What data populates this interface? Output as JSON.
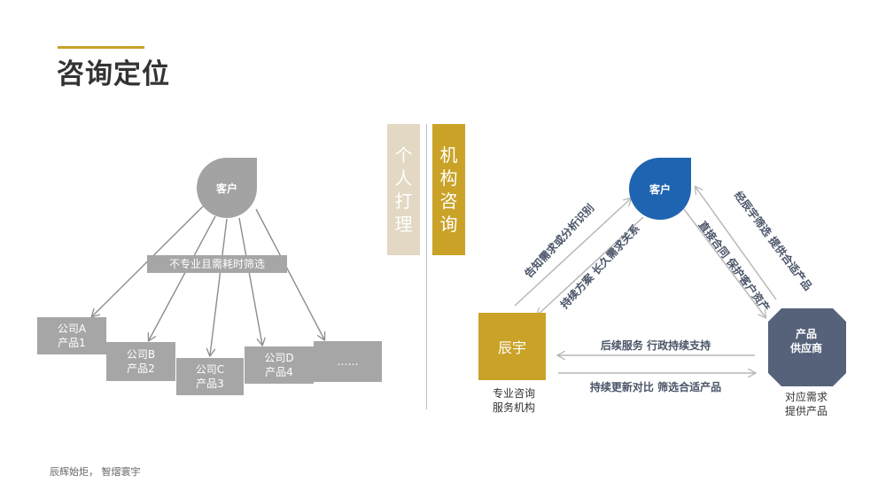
{
  "title": "咨询定位",
  "footer": "辰辉始炬，  智熠寰宇",
  "left_panel": {
    "client": "客户",
    "note": "不专业且需耗时筛选",
    "companies": [
      {
        "line1": "公司A",
        "line2": "产品1"
      },
      {
        "line1": "公司B",
        "line2": "产品2"
      },
      {
        "line1": "公司C",
        "line2": "产品3"
      },
      {
        "line1": "公司D",
        "line2": "产品4"
      },
      {
        "line1": "……",
        "line2": ""
      }
    ]
  },
  "tabs": {
    "personal": [
      "个",
      "人",
      "打",
      "理"
    ],
    "institutional": [
      "机",
      "构",
      "咨",
      "询"
    ]
  },
  "right_panel": {
    "client": "客户",
    "chenyu": "辰宇",
    "chenyu_caption": [
      "专业咨询",
      "服务机构"
    ],
    "supplier": [
      "产品",
      "供应商"
    ],
    "supplier_caption": [
      "对应需求",
      "提供产品"
    ],
    "labels": {
      "outer_left": "告知需求或分析识别",
      "inner_left": "持续方案 长久需求关系",
      "outer_right": "经辰宇筛选 提供合适产品",
      "inner_right": "直接合同 保护客户资产",
      "bottom_top": "后续服务 行政持续支持",
      "bottom_bottom": "持续更新对比 筛选合适产品"
    }
  },
  "colors": {
    "gold": "#c9a227",
    "tan": "#e2d8c3",
    "blue": "#1f64b0",
    "slate": "#56627a",
    "grey": "#a6a6a6"
  }
}
